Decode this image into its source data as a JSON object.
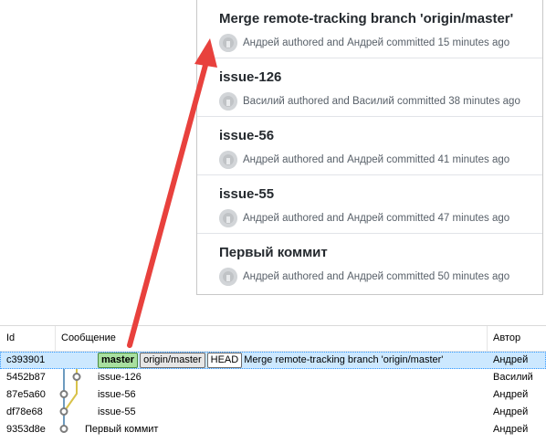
{
  "commits": [
    {
      "title": "Merge remote-tracking branch 'origin/master'",
      "meta": "Андрей authored and Андрей committed 15 minutes ago"
    },
    {
      "title": "issue-126",
      "meta": "Василий authored and Василий committed 38 minutes ago"
    },
    {
      "title": "issue-56",
      "meta": "Андрей authored and Андрей committed 41 minutes ago"
    },
    {
      "title": "issue-55",
      "meta": "Андрей authored and Андрей committed 47 minutes ago"
    },
    {
      "title": "Первый коммит",
      "meta": "Андрей authored and Андрей committed 50 minutes ago"
    }
  ],
  "log": {
    "columns": {
      "id": "Id",
      "message": "Сообщение",
      "author": "Автор"
    },
    "rows": [
      {
        "id": "c393901",
        "refs": {
          "branch": "master",
          "remote": "origin/master",
          "head": "HEAD"
        },
        "message": "Merge remote-tracking branch 'origin/master'",
        "author": "Андрей",
        "selected": true
      },
      {
        "id": "5452b87",
        "message": "issue-126",
        "author": "Василий"
      },
      {
        "id": "87e5a60",
        "message": "issue-56",
        "author": "Андрей"
      },
      {
        "id": "df78e68",
        "message": "issue-55",
        "author": "Андрей"
      },
      {
        "id": "9353d8e",
        "message": "Первый коммит",
        "author": "Андрей"
      }
    ]
  },
  "colors": {
    "arrow": "#e8413d",
    "selection": "#cce8ff",
    "branch_tag": "#a8e0a0",
    "graph_lane_blue": "#6d9bbf",
    "graph_lane_yellow": "#d8c24a"
  },
  "icons": {
    "avatar": "default-avatar-icon",
    "arrow": "callout-arrow"
  }
}
